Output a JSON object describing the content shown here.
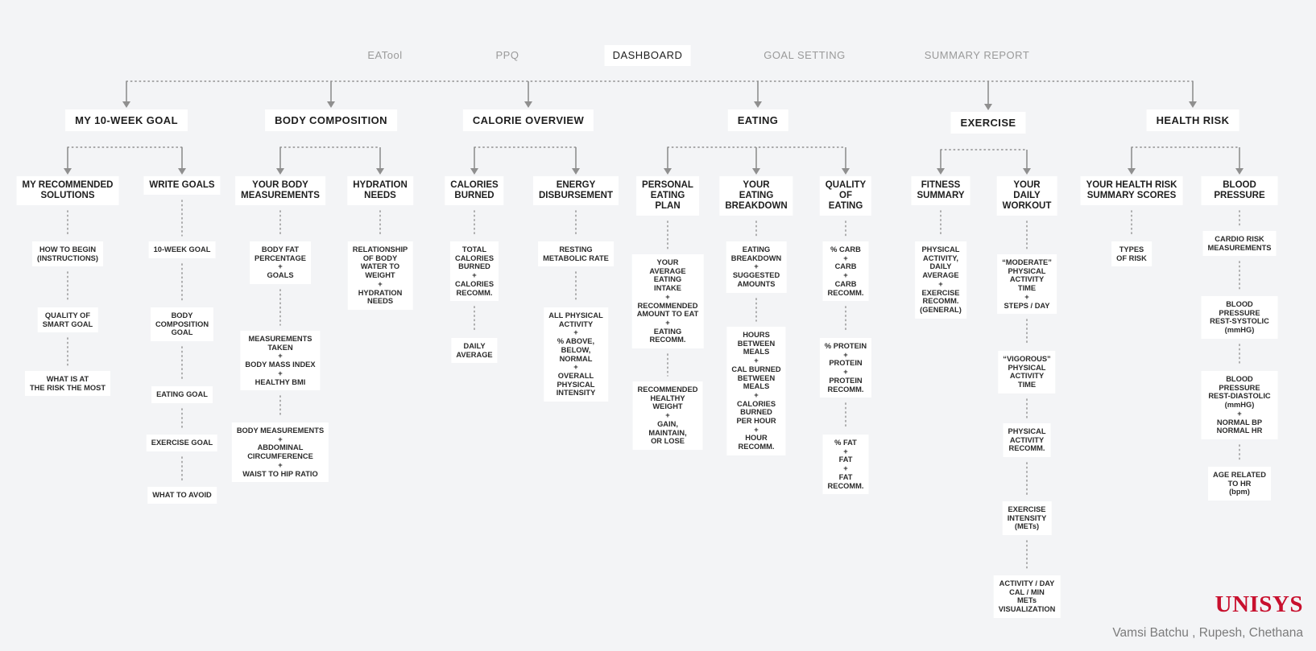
{
  "nav": {
    "items": [
      "EATool",
      "PPQ",
      "DASHBOARD",
      "GOAL SETTING",
      "SUMMARY REPORT"
    ],
    "active": "DASHBOARD"
  },
  "sections": [
    {
      "title": "MY 10-WEEK GOAL",
      "children": [
        {
          "title": "MY RECOMMENDED\nSOLUTIONS",
          "items": [
            "HOW TO BEGIN\n(INSTRUCTIONS)",
            "QUALITY OF\nSMART GOAL",
            "WHAT IS AT\nTHE RISK THE MOST"
          ]
        },
        {
          "title": "WRITE GOALS",
          "items": [
            "10-WEEK GOAL",
            "BODY\nCOMPOSITION\nGOAL",
            "EATING GOAL",
            "EXERCISE GOAL",
            "WHAT TO AVOID"
          ]
        }
      ]
    },
    {
      "title": "BODY COMPOSITION",
      "children": [
        {
          "title": "YOUR BODY\nMEASUREMENTS",
          "items": [
            "BODY FAT\nPERCENTAGE\n+\nGOALS",
            "MEASUREMENTS\nTAKEN\n+\nBODY MASS INDEX\n+\nHEALTHY BMI",
            "BODY MEASUREMENTS\n+\nABDOMINAL\nCIRCUMFERENCE\n+\nWAIST TO HIP RATIO"
          ]
        },
        {
          "title": "HYDRATION\nNEEDS",
          "items": [
            "RELATIONSHIP\nOF BODY\nWATER TO\nWEIGHT\n+\nHYDRATION\nNEEDS"
          ]
        }
      ]
    },
    {
      "title": "CALORIE OVERVIEW",
      "children": [
        {
          "title": "CALORIES\nBURNED",
          "items": [
            "TOTAL\nCALORIES\nBURNED\n+\nCALORIES\nRECOMM.",
            "DAILY\nAVERAGE"
          ]
        },
        {
          "title": "ENERGY\nDISBURSEMENT",
          "items": [
            "RESTING\nMETABOLIC RATE",
            "ALL PHYSICAL\nACTIVITY\n+\n% ABOVE,\nBELOW,\nNORMAL\n+\nOVERALL\nPHYSICAL\nINTENSITY"
          ]
        }
      ]
    },
    {
      "title": "EATING",
      "children": [
        {
          "title": "PERSONAL\nEATING\nPLAN",
          "items": [
            "YOUR\nAVERAGE\nEATING\nINTAKE\n+\nRECOMMENDED\nAMOUNT TO EAT\n+\nEATING\nRECOMM.",
            "RECOMMENDED\nHEALTHY\nWEIGHT\n+\nGAIN,\nMAINTAIN,\nOR LOSE"
          ]
        },
        {
          "title": "YOUR\nEATING\nBREAKDOWN",
          "items": [
            "EATING\nBREAKDOWN\n+\nSUGGESTED\nAMOUNTS",
            "HOURS\nBETWEEN\nMEALS\n+\nCAL BURNED\nBETWEEN\nMEALS\n+\nCALORIES\nBURNED\nPER HOUR\n+\nHOUR\nRECOMM."
          ]
        },
        {
          "title": "QUALITY\nOF\nEATING",
          "items": [
            "% CARB\n+\nCARB\n+\nCARB\nRECOMM.",
            "% PROTEIN\n+\nPROTEIN\n+\nPROTEIN\nRECOMM.",
            "% FAT\n+\nFAT\n+\nFAT\nRECOMM."
          ]
        }
      ]
    },
    {
      "title": "EXERCISE",
      "children": [
        {
          "title": "FITNESS\nSUMMARY",
          "items": [
            "PHYSICAL\nACTIVITY,\nDAILY\nAVERAGE\n+\nEXERCISE\nRECOMM.\n(GENERAL)"
          ]
        },
        {
          "title": "YOUR\nDAILY\nWORKOUT",
          "items": [
            "“MODERATE”\nPHYSICAL\nACTIVITY\nTIME\n+\nSTEPS / DAY",
            "“VIGOROUS”\nPHYSICAL\nACTIVITY\nTIME",
            "PHYSICAL\nACTIVITY\nRECOMM.",
            "EXERCISE\nINTENSITY\n(METs)",
            "ACTIVITY / DAY\nCAL / MIN\nMETs\nVISUALIZATION"
          ]
        }
      ]
    },
    {
      "title": "HEALTH RISK",
      "children": [
        {
          "title": "YOUR HEALTH RISK\nSUMMARY SCORES",
          "items": [
            "TYPES\nOF RISK"
          ]
        },
        {
          "title": "BLOOD PRESSURE",
          "items": [
            "CARDIO RISK\nMEASUREMENTS",
            "BLOOD PRESSURE\nREST-SYSTOLIC\n(mmHG)",
            "BLOOD PRESSURE\nREST-DIASTOLIC\n(mmHG)\n+\nNORMAL BP\nNORMAL HR",
            "AGE RELATED\nTO HR\n(bpm)"
          ]
        }
      ]
    }
  ],
  "brand": {
    "logo_text": "UNISYS",
    "logo_color": "#c8102e"
  },
  "credits": "Vamsi Batchu , Rupesh, Chethana",
  "colors": {
    "background": "#f3f4f6",
    "box": "#ffffff",
    "connector": "#8f8f8f"
  }
}
